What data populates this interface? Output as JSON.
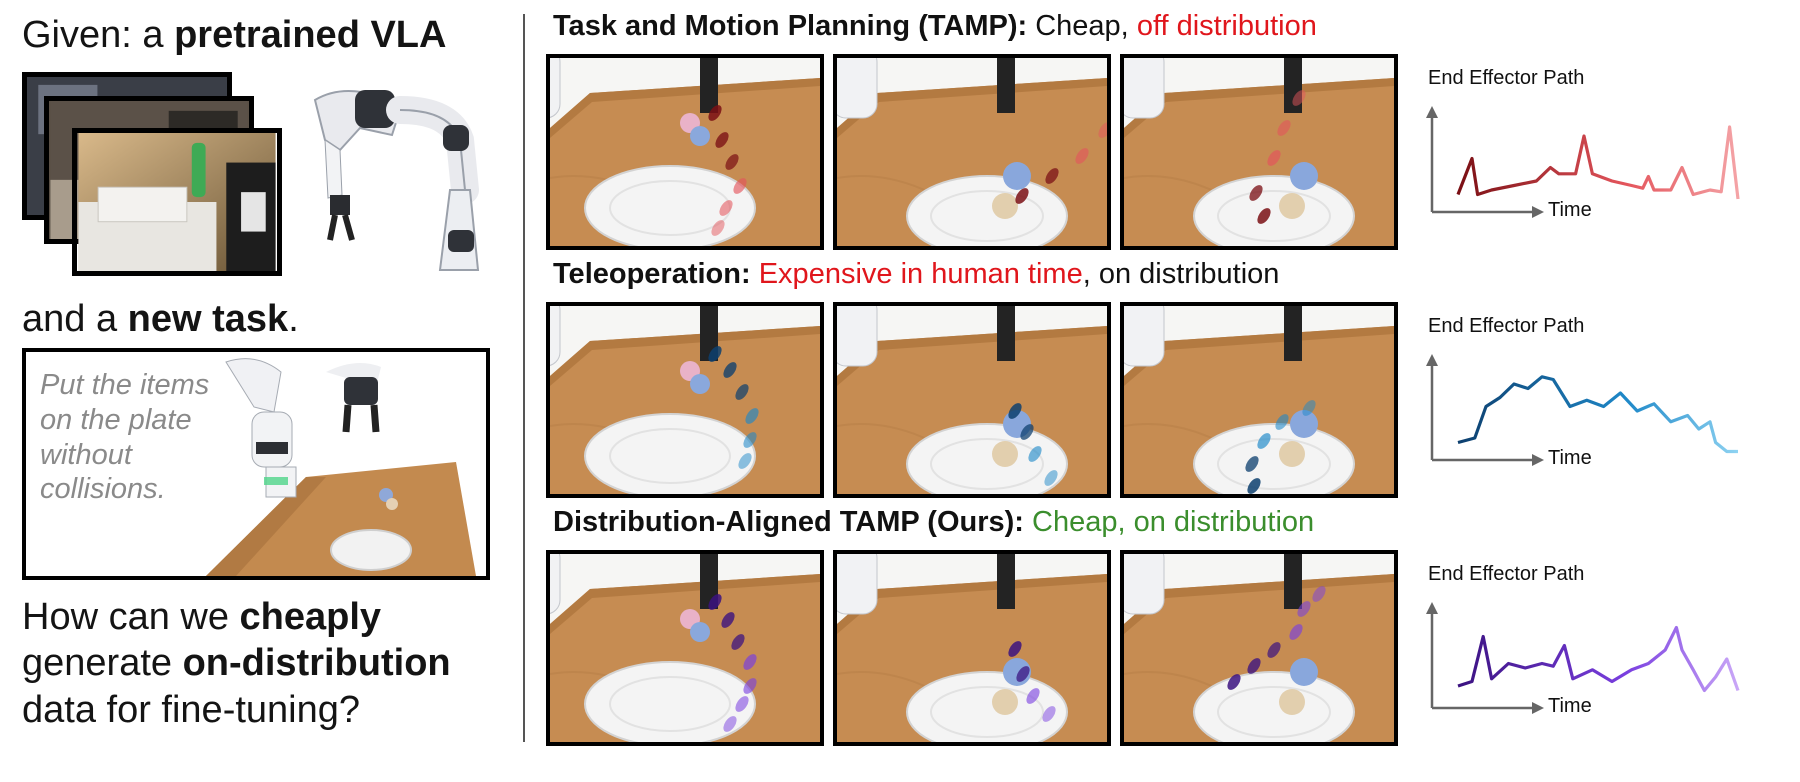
{
  "left": {
    "given_prefix": "Given: a ",
    "given_bold": "pretrained VLA",
    "and_prefix": "and a ",
    "and_bold": "new task",
    "and_suffix": ".",
    "task_text": "Put the items on the plate without collisions.",
    "question_1": "How can we ",
    "question_1_bold": "cheaply",
    "question_2": "generate ",
    "question_2_bold": "on-distribution",
    "question_3": "data for fine-tuning?"
  },
  "rows": [
    {
      "title_bold": "Task and Motion Planning (TAMP):",
      "title_plain": " Cheap, ",
      "title_colored": "off distribution",
      "title_after": "",
      "plot_title": "End Effector Path",
      "time_label": "Time",
      "colors": [
        "#7a0f14",
        "#e4555c",
        "#f4a3a6"
      ]
    },
    {
      "title_bold": "Teleoperation:",
      "title_plain": " ",
      "title_colored": "Expensive in human time",
      "title_after": ", on distribution",
      "plot_title": "End Effector Path",
      "time_label": "Time",
      "colors": [
        "#0d3f6e",
        "#1e88c8",
        "#8fd3f2"
      ]
    },
    {
      "title_bold": "Distribution-Aligned TAMP (Ours):",
      "title_plain": " ",
      "title_colored": "Cheap, on distribution",
      "title_after": "",
      "plot_title": "End Effector Path",
      "time_label": "Time",
      "colors": [
        "#3b1280",
        "#7a3fe0",
        "#c9a6f7"
      ]
    }
  ]
}
